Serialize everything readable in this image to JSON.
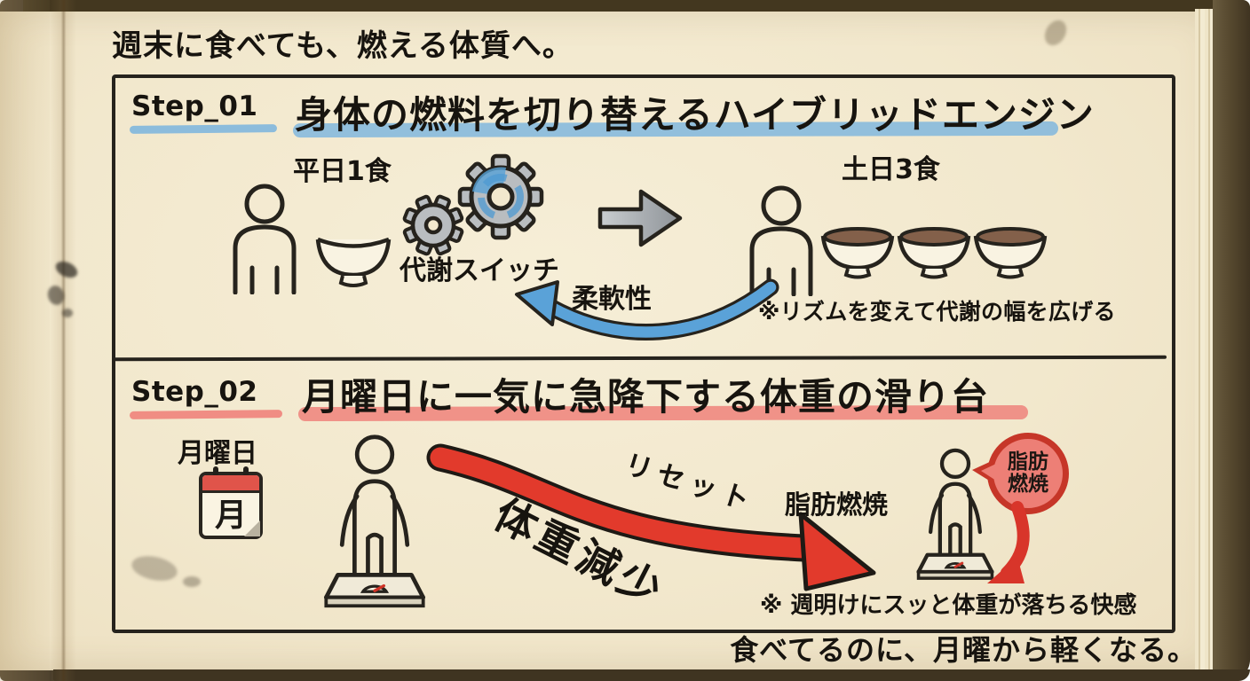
{
  "colors": {
    "paper": "#f2e8cd",
    "ink": "#26231d",
    "blue": "#5aa2d8",
    "blue_highlight": "#79b4de",
    "red": "#e23a2c",
    "red_highlight": "#ef837b",
    "gray": "#a9adb0",
    "calendar_red": "#e0544a"
  },
  "header": {
    "tagline": "週末に食べても、燃える体質へ。"
  },
  "footer": {
    "tagline": "食べてるのに、月曜から軽くなる。"
  },
  "step1": {
    "label": "Step_01",
    "title": "身体の燃料を切り替えるハイブリッドエンジン",
    "weekday_label": "平日1食",
    "switch_label": "代謝スイッチ",
    "weekend_label": "土日3食",
    "flex_label": "柔軟性",
    "note": "※リズムを変えて代謝の幅を広げる"
  },
  "step2": {
    "label": "Step_02",
    "title": "月曜日に一気に急降下する体重の滑り台",
    "monday_label": "月曜日",
    "calendar_char": "月",
    "reset_label": "リセット",
    "weight_loss_label": "体重減少",
    "fat_burn_label": "脂肪燃焼",
    "badge_line1": "脂肪",
    "badge_line2": "燃焼",
    "note": "※ 週明けにスッと体重が落ちる快感"
  }
}
